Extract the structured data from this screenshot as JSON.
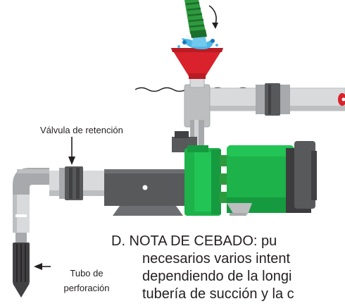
{
  "labels": {
    "check_valve": "Válvula de retención",
    "well_tube_line1": "Tubo de",
    "well_tube_line2": "perforación"
  },
  "note": {
    "line1": "D. NOTA DE CEBADO: pu",
    "line2": "necesarios varios intent",
    "line3": "dependiendo de la longi",
    "line4": "tubería de succión y la c"
  },
  "colors": {
    "pump_green": "#1db24a",
    "funnel_red": "#d9222b",
    "hose_green": "#2e9a3e",
    "water_blue": "#4db8e8",
    "pipe_light": "#d9dadc",
    "pipe_grey": "#a7a9ac",
    "motor_dark": "#58595b"
  }
}
